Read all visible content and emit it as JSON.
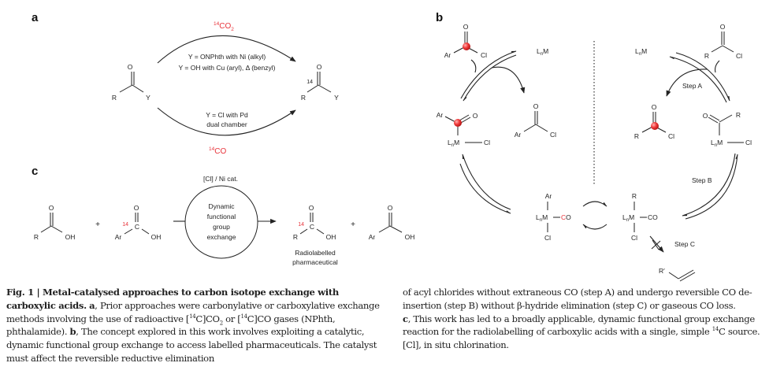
{
  "figure": {
    "panels": {
      "a": "a",
      "b": "b",
      "c": "c"
    },
    "panel_a": {
      "reagent_top": {
        "iso": "14",
        "text": "CO",
        "sub": "2"
      },
      "reagent_bottom": {
        "iso": "14",
        "text": "CO"
      },
      "top_condition_1": "Y = ONPhth with Ni (alkyl)",
      "top_condition_2": "Y = OH with Cu (aryl), Δ (benzyl)",
      "bottom_condition_1": "Y = Cl with Pd",
      "bottom_condition_2": "dual chamber",
      "left_molecule": {
        "O": "O",
        "R": "R",
        "Y": "Y"
      },
      "right_molecule": {
        "O": "O",
        "R": "R",
        "Y": "Y",
        "label": "14"
      }
    },
    "panel_b": {
      "atoms": {
        "Ar": "Ar",
        "R": "R",
        "O": "O",
        "Cl": "Cl",
        "L": "L",
        "n": "n",
        "M": "M",
        "CO": "CO",
        "C": "C",
        "R_prime": "R′"
      },
      "step_a": "Step A",
      "step_b": "Step B",
      "step_c": "Step C"
    },
    "panel_c": {
      "catalyst": "[Cl] / Ni cat.",
      "circle_lines": [
        "Dynamic",
        "functional",
        "group",
        "exchange"
      ],
      "plus": "+",
      "iso": "14",
      "atoms": {
        "R": "R",
        "Ar": "Ar",
        "O": "O",
        "OH": "OH",
        "C": "C"
      },
      "product_label_1": "Radiolabelled",
      "product_label_2": "pharmaceutical"
    },
    "accent_red": "#e8333a"
  },
  "caption": {
    "fig_label": "Fig. 1 | Metal-catalysed approaches to carbon isotope exchange with carboxylic acids.",
    "a_label": "a",
    "a_text_1": ", Prior approaches were carbonylative or carboxylative exchange methods involving the use of radioactive [",
    "iso": "14",
    "a_text_2": "C]CO",
    "a_sub": "2",
    "a_text_3": " or [",
    "a_text_4": "C]CO gases (NPhth, phthalamide). ",
    "b_label": "b",
    "b_text": ", The concept explored in this work involves exploiting a catalytic, dynamic functional group exchange to access labelled pharmaceuticals. The catalyst must affect the reversible reductive elimination",
    "b_text_cont": "of acyl chlorides without extraneous CO (step A) and undergo reversible CO de-insertion (step B) without β-hydride elimination (step C) or gaseous CO loss.",
    "c_label": "c",
    "c_text_1": ", This work has led to a broadly applicable, dynamic functional group exchange reaction for the radiolabelling of carboxylic acids with a single, simple ",
    "c_text_2": "C source. [Cl], in situ chlorination."
  }
}
